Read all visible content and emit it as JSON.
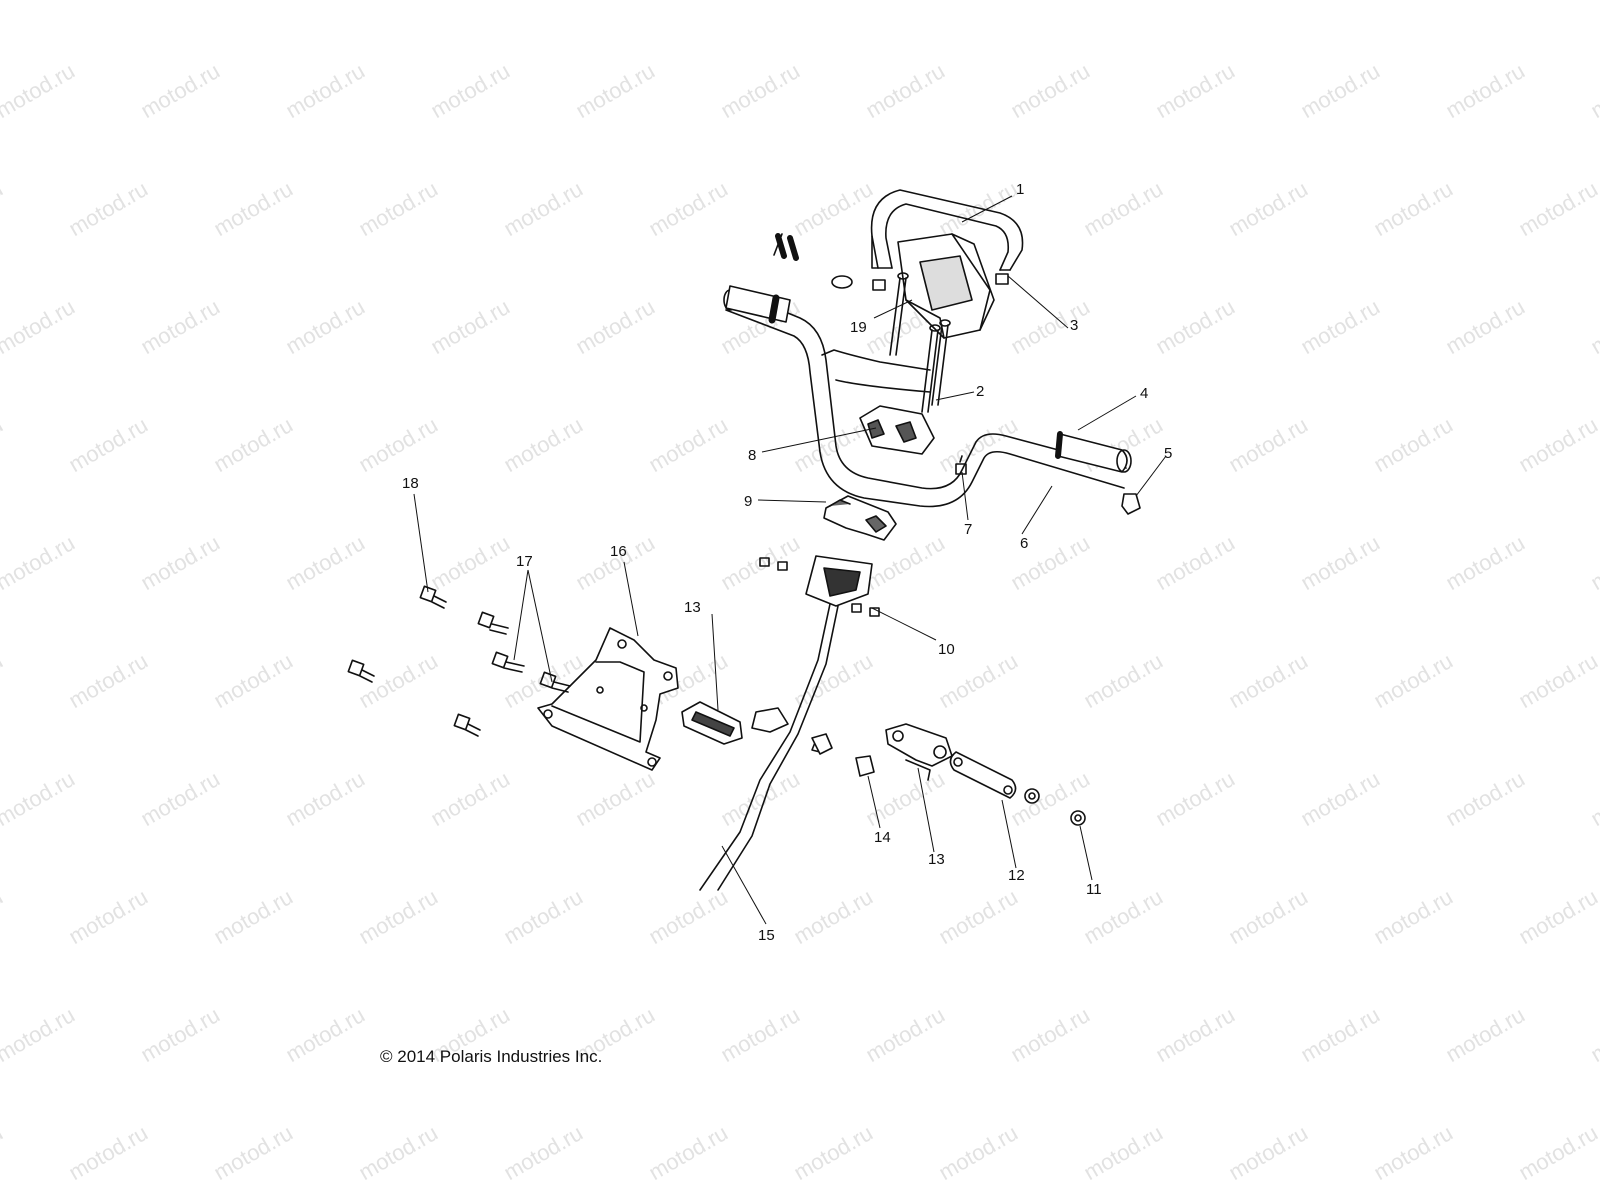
{
  "watermark_text": "motod.ru",
  "copyright": "© 2014 Polaris Industries Inc.",
  "callouts": {
    "c1": "1",
    "c2": "2",
    "c3": "3",
    "c4": "4",
    "c5": "5",
    "c6": "6",
    "c7": "7",
    "c8": "8",
    "c9": "9",
    "c10": "10",
    "c11": "11",
    "c12": "12",
    "c13a": "13",
    "c13b": "13",
    "c14": "14",
    "c15": "15",
    "c16": "16",
    "c17": "17",
    "c18": "18",
    "c19": "19"
  }
}
